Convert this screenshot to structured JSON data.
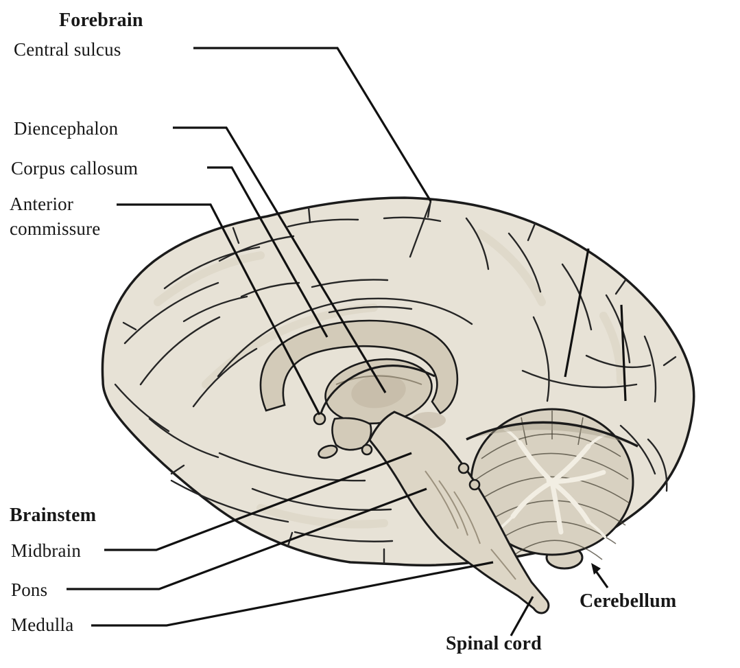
{
  "figure": {
    "labels": {
      "forebrain": "Forebrain",
      "central_sulcus": "Central sulcus",
      "diencephalon": "Diencephalon",
      "corpus_callosum": "Corpus callosum",
      "anterior_commissure": "Anterior\ncommissure",
      "brainstem": "Brainstem",
      "midbrain": "Midbrain",
      "pons": "Pons",
      "medulla": "Medulla",
      "cerebellum": "Cerebellum",
      "spinal_cord": "Spinal cord"
    },
    "colors": {
      "outline": "#1b1b1b",
      "leader_line": "#111111",
      "cortex": "#e7e2d6",
      "cortex_shade": "#d8d1c1",
      "inner_structure": "#d3cbb9",
      "inner_deep": "#c8beab",
      "deep_shadow": "#a99f8b",
      "arbor_vitae": "#f2eee3",
      "background": "#ffffff"
    }
  }
}
